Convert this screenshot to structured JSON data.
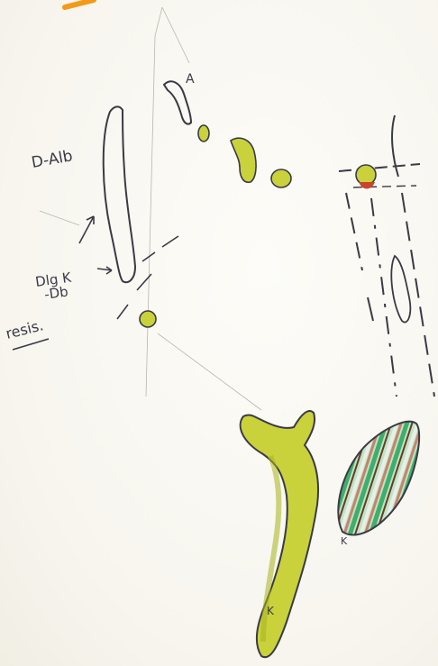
{
  "labels": {
    "d_alb": "D-Alb",
    "a": "A",
    "dlg_k": "Dlg K",
    "db": "-Db",
    "resis": "resis.",
    "k_bottom": "K",
    "k_striped": "K"
  },
  "colors": {
    "pencil": "#3a3a45",
    "yellow_green": "#c9d23a",
    "yellow_green_dark": "#a7b21c",
    "orange_mark": "#f39a1a",
    "green_stripe": "#3fae6a",
    "brown_stripe": "#6b3a1e",
    "red_stripe": "#c8452c"
  }
}
